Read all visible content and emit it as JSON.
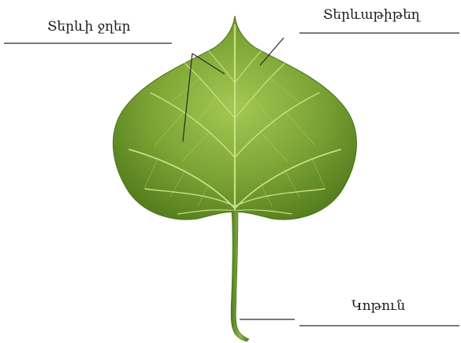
{
  "labels": {
    "veins": "Տերևի ջղեր",
    "blade": "Տերևաթիթեղ",
    "petiole": "Կոթուն"
  },
  "colors": {
    "leaf_light": "#9cc24a",
    "leaf_mid": "#6f9a2c",
    "leaf_dark": "#4e7a1c",
    "vein": "#c6dc7e",
    "stem": "#5f8a2a",
    "leader_line": "#2a2a2a"
  }
}
